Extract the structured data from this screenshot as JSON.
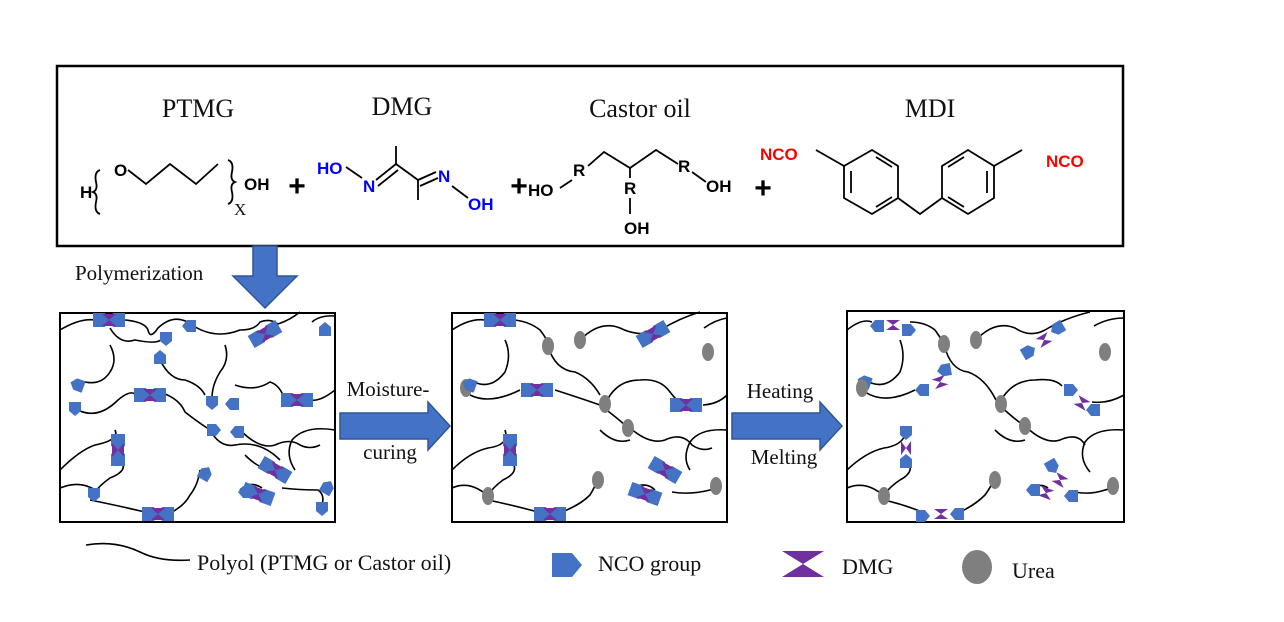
{
  "reactants": {
    "ptmg": "PTMG",
    "dmg": "DMG",
    "castor": "Castor oil",
    "mdi": "MDI",
    "plus": "+"
  },
  "atoms": {
    "h": "H",
    "o": "O",
    "oh": "OH",
    "x": "X",
    "ho": "HO",
    "n": "N",
    "r": "R",
    "nco": "NCO"
  },
  "steps": {
    "polymerization": "Polymerization",
    "moisture1": "Moisture-",
    "moisture2": "curing",
    "heating": "Heating",
    "melting": "Melting"
  },
  "legend": {
    "polyol": "Polyol (PTMG or Castor oil)",
    "nco": "NCO group",
    "dmg": "DMG",
    "urea": "Urea"
  },
  "colors": {
    "nco_group": "#4472c4",
    "dmg": "#7030a0",
    "urea": "#7f7f7f",
    "arrow": "#4472c4",
    "nco_text": "#ff0000",
    "n_text": "#0000ff"
  }
}
